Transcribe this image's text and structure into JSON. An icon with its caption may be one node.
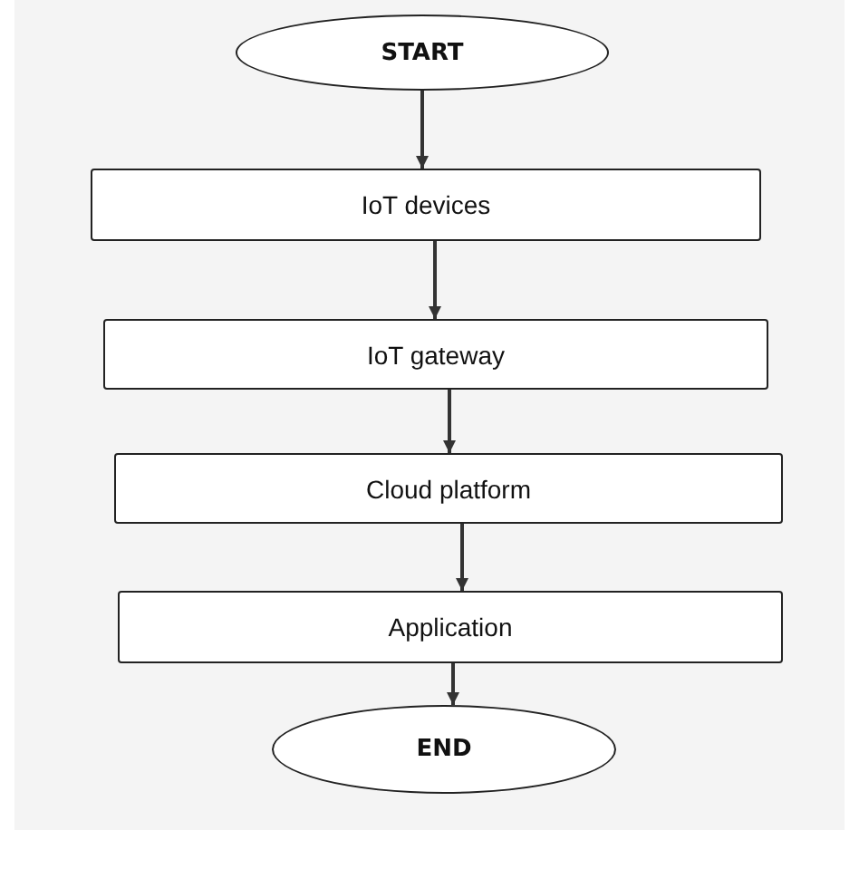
{
  "diagram": {
    "nodes": [
      {
        "text": [
          "START"
        ]
      },
      {
        "text": [
          "IoT devices"
        ]
      },
      {
        "text": [
          "IoT gateway"
        ]
      },
      {
        "text": [
          "Cloud platform"
        ]
      },
      {
        "text": [
          "Application"
        ]
      },
      {
        "text": [
          "END"
        ]
      }
    ],
    "edges": [
      {
        "from": 0,
        "to": 1,
        "arrow": "to"
      },
      {
        "from": 1,
        "to": 2,
        "arrow": "to"
      },
      {
        "from": 2,
        "to": 3,
        "arrow": "to"
      },
      {
        "from": 3,
        "to": 4,
        "arrow": "to"
      },
      {
        "from": 4,
        "to": 5,
        "arrow": "to"
      }
    ]
  }
}
